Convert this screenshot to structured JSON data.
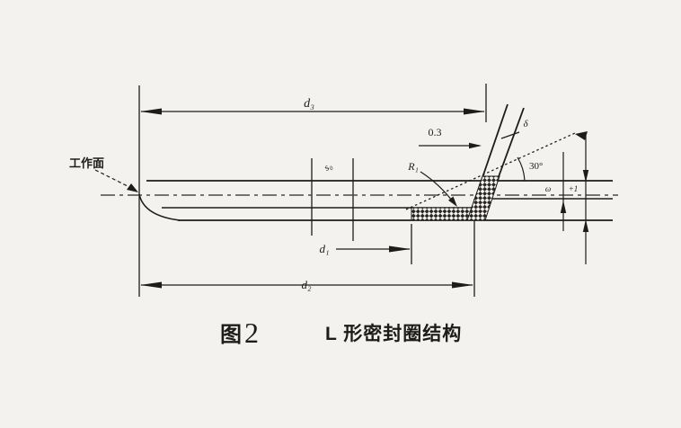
{
  "figure": {
    "caption": {
      "prefix": "图",
      "number": "2",
      "title": "L 形密封圈结构"
    }
  },
  "annotations": {
    "working_face": "工作面",
    "d3": "d₃",
    "d1": "d₁",
    "d2": "d₂",
    "s0": "s₀",
    "r1": "R₁",
    "chamfer": "0.3",
    "lip_thickness": "δ",
    "angle": "30°",
    "tiny_left": "ω",
    "tiny_right": "+1"
  },
  "colors": {
    "line": "#1e1c1a",
    "centerline": "#4a4a4a",
    "background": "#f3f2ef"
  }
}
